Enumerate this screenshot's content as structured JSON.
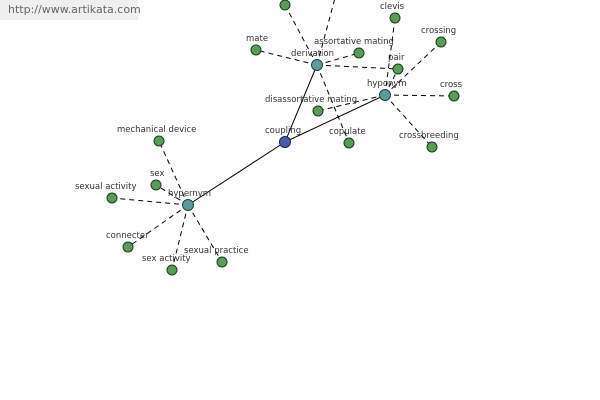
{
  "watermark": "http://www.artikata.com",
  "graph": {
    "center": "coupling",
    "hubs": [
      "hypernym",
      "derivation",
      "hyponym"
    ],
    "nodes": [
      {
        "id": "coupling",
        "label": "coupling",
        "kind": "center"
      },
      {
        "id": "hypernym",
        "label": "hypernym",
        "kind": "hub"
      },
      {
        "id": "derivation",
        "label": "derivation",
        "kind": "hub"
      },
      {
        "id": "hyponym",
        "label": "hyponym",
        "kind": "hub"
      },
      {
        "id": "mechanical_device",
        "label": "mechanical device",
        "kind": "leaf"
      },
      {
        "id": "sex",
        "label": "sex",
        "kind": "leaf"
      },
      {
        "id": "sexual_activity",
        "label": "sexual activity",
        "kind": "leaf"
      },
      {
        "id": "connecter",
        "label": "connecter",
        "kind": "leaf"
      },
      {
        "id": "sex_activity",
        "label": "sex activity",
        "kind": "leaf"
      },
      {
        "id": "sexual_practice",
        "label": "sexual practice",
        "kind": "leaf"
      },
      {
        "id": "mate",
        "label": "mate",
        "kind": "leaf"
      },
      {
        "id": "assortative_mating",
        "label": "assortative mating",
        "kind": "leaf"
      },
      {
        "id": "pair",
        "label": "pair",
        "kind": "leaf"
      },
      {
        "id": "copulate",
        "label": "copulate",
        "kind": "leaf"
      },
      {
        "id": "top_left",
        "label": "",
        "kind": "leaf"
      },
      {
        "id": "clevis",
        "label": "clevis",
        "kind": "leaf"
      },
      {
        "id": "crossing",
        "label": "crossing",
        "kind": "leaf"
      },
      {
        "id": "cross",
        "label": "cross",
        "kind": "leaf"
      },
      {
        "id": "disassortative_mating",
        "label": "disassortative mating",
        "kind": "leaf"
      },
      {
        "id": "crossbreeding",
        "label": "crossbreeding",
        "kind": "leaf"
      }
    ],
    "edges": [
      {
        "from": "coupling",
        "to": "hypernym",
        "style": "solid"
      },
      {
        "from": "coupling",
        "to": "derivation",
        "style": "solid"
      },
      {
        "from": "coupling",
        "to": "hyponym",
        "style": "solid"
      },
      {
        "from": "hypernym",
        "to": "mechanical_device",
        "style": "dashed"
      },
      {
        "from": "hypernym",
        "to": "sex",
        "style": "dashed"
      },
      {
        "from": "hypernym",
        "to": "sexual_activity",
        "style": "dashed"
      },
      {
        "from": "hypernym",
        "to": "connecter",
        "style": "dashed"
      },
      {
        "from": "hypernym",
        "to": "sex_activity",
        "style": "dashed"
      },
      {
        "from": "hypernym",
        "to": "sexual_practice",
        "style": "dashed"
      },
      {
        "from": "derivation",
        "to": "mate",
        "style": "dashed"
      },
      {
        "from": "derivation",
        "to": "assortative_mating",
        "style": "dashed"
      },
      {
        "from": "derivation",
        "to": "pair",
        "style": "dashed"
      },
      {
        "from": "derivation",
        "to": "copulate",
        "style": "dashed"
      },
      {
        "from": "derivation",
        "to": "top_left",
        "style": "dashed"
      },
      {
        "from": "hyponym",
        "to": "clevis",
        "style": "dashed"
      },
      {
        "from": "hyponym",
        "to": "crossing",
        "style": "dashed"
      },
      {
        "from": "hyponym",
        "to": "cross",
        "style": "dashed"
      },
      {
        "from": "hyponym",
        "to": "disassortative_mating",
        "style": "dashed"
      },
      {
        "from": "hyponym",
        "to": "crossbreeding",
        "style": "dashed"
      },
      {
        "from": "hyponym",
        "to": "pair",
        "style": "dashed"
      }
    ]
  }
}
